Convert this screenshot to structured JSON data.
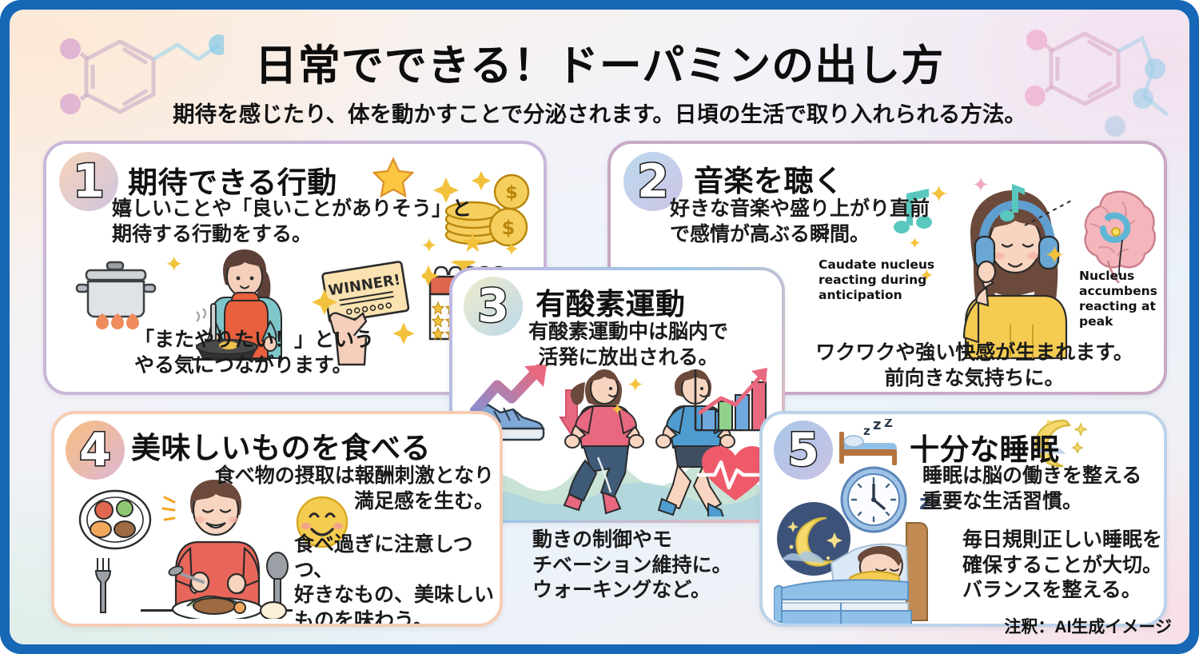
{
  "header": {
    "title": "日常でできる！ドーパミンの出し方",
    "subtitle": "期待を感じたり、体を動かすことで分泌されます。日頃の生活で取り入れられる方法。"
  },
  "cards": [
    {
      "number": "1",
      "title": "期待できる行動",
      "body": "嬉しいことや「良いことがありそう」と\n期待する行動をする。",
      "caption": "「またやりたい！」という\nやる気につながります。",
      "border_color": "#c9b7d8",
      "badge_gradient_from": "#f6d3b6",
      "badge_gradient_to": "#cfc5e2",
      "icons": [
        "star-icon",
        "coins-icon",
        "pot-icon",
        "cooking-person-icon",
        "winner-ticket-icon",
        "calendar-icon"
      ]
    },
    {
      "number": "2",
      "title": "音楽を聴く",
      "body": "好きな音楽や盛り上がり直前\nで感情が高ぶる瞬間。",
      "caption": "ワクワクや強い快感が生まれます。\n前向きな気持ちに。",
      "annotation_left": "Caudate nucleus\nreacting during\nanticipation",
      "annotation_right": "Nucleus\naccumbens\nreacting at\npeak",
      "border_color": "#c9a9c6",
      "badge_gradient_from": "#bcd9ee",
      "badge_gradient_to": "#cdc4e6",
      "icons": [
        "music-note-icon",
        "headphones-person-icon",
        "brain-icon",
        "sparkle-icon"
      ]
    },
    {
      "number": "3",
      "title": "有酸素運動",
      "body": "有酸素運動中は脳内で\n活発に放出される。",
      "border_color": "#b9c6e4",
      "badge_gradient_from": "#efeccb",
      "badge_gradient_to": "#bdd8ea",
      "icons": [
        "sneaker-icon",
        "up-arrow-icon",
        "down-arrow-icon",
        "runner-woman-icon",
        "runner-man-icon",
        "bar-chart-icon",
        "heartbeat-icon"
      ]
    },
    {
      "number": "4",
      "title": "美味しいものを食べる",
      "body": "食べ物の摂取は報酬刺激となり\n満足感を生む。",
      "caption": "食べ過ぎに注意しつつ、\n好きなもの、美味しい\nものを味わう。",
      "border_color": "#f5cdb4",
      "badge_gradient_from": "#f7bd7e",
      "badge_gradient_to": "#ddb7d4",
      "icons": [
        "plate-food-icon",
        "eating-person-icon",
        "smiley-icon",
        "fork-icon",
        "spoon-icon"
      ]
    },
    {
      "number": "5",
      "title": "十分な睡眠",
      "body": "睡眠は脳の働きを整える\n重要な生活習慣。",
      "caption": "毎日規則正しい睡眠を\n確保することが大切。\nバランスを整える。",
      "border_color": "#bcd3ea",
      "badge_gradient_from": "#a9c6e8",
      "badge_gradient_to": "#c9c3e4",
      "icons": [
        "bed-zzz-icon",
        "moon-icon",
        "clock-icon",
        "night-sky-icon",
        "sleeping-person-icon"
      ]
    }
  ],
  "card3_outside_caption": "動きの制御やモ\nチベーション維持に。\nウォーキングなど。",
  "footer": "注釈：AI生成イメージ",
  "colors": {
    "frame_blue": "#1667b6",
    "text_dark": "#111111"
  }
}
